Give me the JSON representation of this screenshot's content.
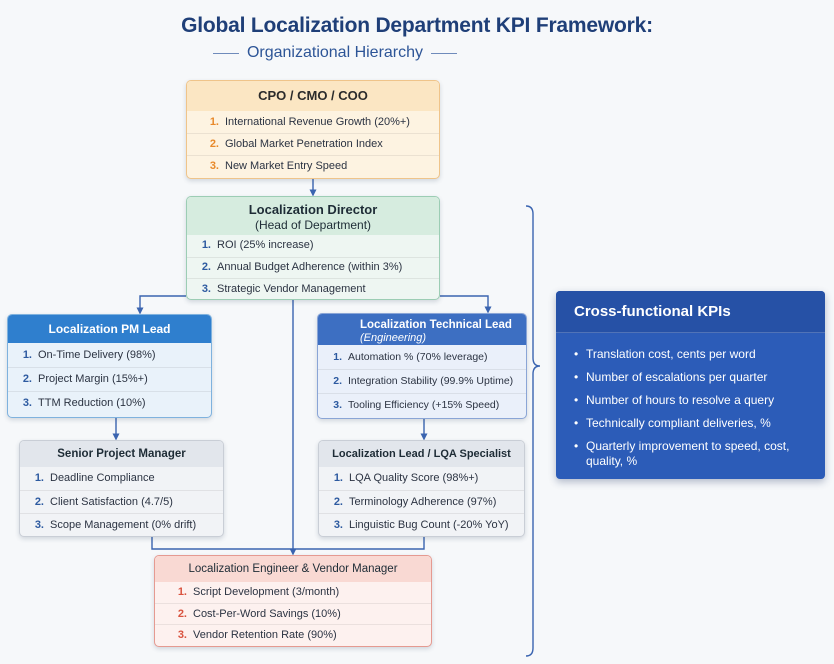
{
  "header": {
    "title": "Global Localization Department KPI Framework:",
    "subtitle": "Organizational Hierarchy"
  },
  "boxes": {
    "cpo": {
      "title": "CPO / CMO / COO",
      "items": [
        {
          "num": "1.",
          "text": "International Revenue Growth (20%+)"
        },
        {
          "num": "2.",
          "text": "Global Market Penetration Index"
        },
        {
          "num": "3.",
          "text": "New Market Entry Speed"
        }
      ]
    },
    "director": {
      "title": "Localization Director",
      "subtitle": "(Head of Department)",
      "items": [
        {
          "num": "1.",
          "text": "ROI (25% increase)"
        },
        {
          "num": "2.",
          "text": "Annual Budget Adherence (within 3%)"
        },
        {
          "num": "3.",
          "text": "Strategic Vendor Management"
        }
      ]
    },
    "pm_lead": {
      "title": "Localization PM Lead",
      "items": [
        {
          "num": "1.",
          "text": "On-Time Delivery (98%)"
        },
        {
          "num": "2.",
          "text": "Project Margin (15%+)"
        },
        {
          "num": "3.",
          "text": "TTM Reduction (10%)"
        }
      ]
    },
    "tech_lead": {
      "title": "Localization Technical Lead",
      "subtitle": "(Engineering)",
      "items": [
        {
          "num": "1.",
          "text": "Automation % (70% leverage)"
        },
        {
          "num": "2.",
          "text": "Integration Stability (99.9% Uptime)"
        },
        {
          "num": "3.",
          "text": "Tooling Efficiency (+15% Speed)"
        }
      ]
    },
    "senior_pm": {
      "title": "Senior Project Manager",
      "items": [
        {
          "num": "1.",
          "text": "Deadline Compliance"
        },
        {
          "num": "2.",
          "text": "Client Satisfaction (4.7/5)"
        },
        {
          "num": "3.",
          "text": "Scope Management (0% drift)"
        }
      ]
    },
    "lqa": {
      "title": "Localization Lead / LQA Specialist",
      "items": [
        {
          "num": "1.",
          "text": "LQA Quality Score (98%+)"
        },
        {
          "num": "2.",
          "text": "Terminology Adherence (97%)"
        },
        {
          "num": "3.",
          "text": "Linguistic Bug Count (-20% YoY)"
        }
      ]
    },
    "engineer": {
      "title": "Localization Engineer & Vendor Manager",
      "items": [
        {
          "num": "1.",
          "text": "Script Development (3/month)"
        },
        {
          "num": "2.",
          "text": "Cost-Per-Word Savings (10%)"
        },
        {
          "num": "3.",
          "text": "Vendor Retention Rate (90%)"
        }
      ]
    }
  },
  "cross_functional": {
    "title": "Cross-functional KPIs",
    "bullet": "•",
    "items": [
      "Translation cost, cents per word",
      "Number of escalations per quarter",
      "Number of hours to resolve a query",
      "Technically compliant deliveries, %",
      "Quarterly improvement to speed, cost, quality, %"
    ]
  },
  "colors": {
    "title": "#1f3f78",
    "connector": "#3a64b0",
    "cpo_accent": "#e8892a",
    "director_accent": "#9ccdb4",
    "pm_header": "#2f7fce",
    "tech_header": "#3d6fc2",
    "engineer_accent": "#d9533f",
    "cross_bg": "#2c5cb8"
  }
}
